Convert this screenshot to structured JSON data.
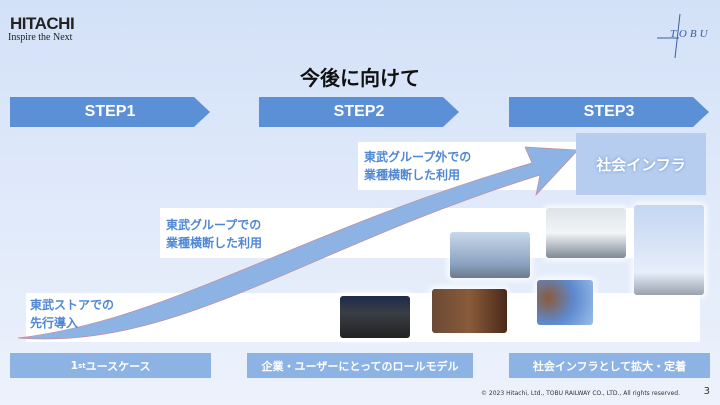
{
  "header": {
    "brand": "HITACHI",
    "tagline": "Inspire the Next",
    "partner_logo": "TOBU"
  },
  "title": "今後に向けて",
  "steps": [
    "STEP1",
    "STEP2",
    "STEP3"
  ],
  "stages": [
    {
      "text_line1": "東武ストアでの",
      "text_line2": "先行導入"
    },
    {
      "text_line1": "東武グループでの",
      "text_line2": "業種横断した利用"
    },
    {
      "text_line1": "東武グループ外での",
      "text_line2": "業種横断した利用"
    }
  ],
  "infra_label": "社会インフラ",
  "footer_labels": [
    {
      "main": "1",
      "sup": "st",
      "rest": "ユースケース"
    },
    "企業・ユーザーにとってのロールモデル",
    "社会インフラとして拡大・定着"
  ],
  "copyright": "© 2023 Hitachi, Ltd., TOBU RAILWAY CO., LTD., All rights reserved.",
  "page_number": "3",
  "colors": {
    "step": "#5b8fd6",
    "text_blue": "#4f87d4",
    "footer": "#8db3e5"
  }
}
